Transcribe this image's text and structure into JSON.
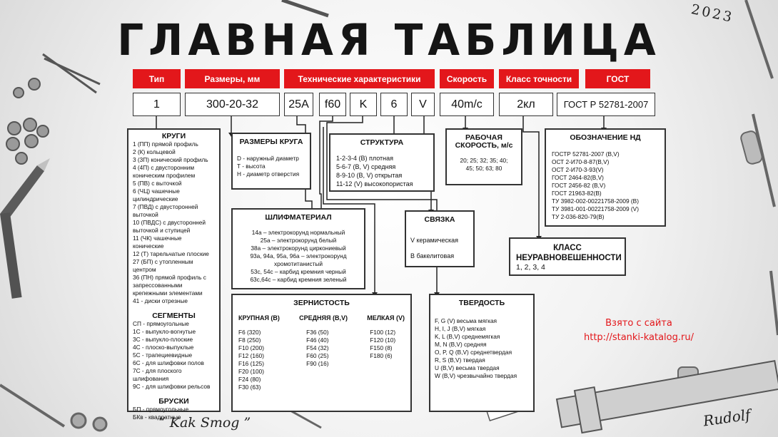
{
  "title": "ГЛАВНАЯ ТАБЛИЦА",
  "year": "2023",
  "headers": [
    "Тип",
    "Размеры, мм",
    "Технические характеристики",
    "Скорость",
    "Класс точности",
    "ГОСТ"
  ],
  "values": {
    "type": "1",
    "size": "300-20-32",
    "tech": [
      "25A",
      "f60",
      "K",
      "6",
      "V"
    ],
    "speed": "40m/c",
    "accuracy": "2кл",
    "gost": "ГОСТ Р 52781-2007"
  },
  "types": {
    "krugi_title": "КРУГИ",
    "krugi": [
      "1  (ПП) прямой профиль",
      "2  (К) кольцевой",
      "3  (3П) конический профиль",
      "4  (4П) с двусторонним",
      "коническим профилем",
      "5 (ПВ) с выточкой",
      "6  (ЧЦ) чашечные",
      "цилиндрические",
      "7 (ПВД) с двусторонней",
      "выточкой",
      "10 (ПВДС)  с двусторонней",
      "выточкой и ступицей",
      "11 (ЧК) чашечные",
      "конические",
      "12 (Т) тарельчатые плоские",
      "27 (БП) с утопленным",
      "центром",
      "36 (ПН) прямой профиль с",
      "запрессованными",
      "крепежными элементами",
      "41 - диски отрезные"
    ],
    "segments_title": "СЕГМЕНТЫ",
    "segments": [
      "СП - прямоугольные",
      "1С - выпукло-вогнутые",
      "3С - выпукло-плоские",
      "4С - плоско-выпуклые",
      "5С - трапециевидные",
      "6С - для шлифовки полов",
      "7С - для плоского",
      "шлифования",
      "9С - для шлифовки рельсов"
    ],
    "bars_title": "БРУСКИ",
    "bars": [
      "БП - прямоугольные",
      "БКв - квадратные"
    ]
  },
  "sizes": {
    "title": "РАЗМЕРЫ КРУГА",
    "lines": [
      "D - наружный диаметр",
      "T - высота",
      "H - диаметр отверстия"
    ]
  },
  "structure": {
    "title": "СТРУКТУРА",
    "lines": [
      "1-2-3-4 (B)  плотная",
      "5-6-7 (B, V)  средняя",
      "8-9-10 (B, V)  открытая",
      "11-12 (V)  высокопористая"
    ]
  },
  "abrasive": {
    "title": "ШЛИФМАТЕРИАЛ",
    "lines": [
      "14а – электрокорунд нормальный",
      "25а – электрокорунд белый",
      "38а – электрокорунд циркониевый",
      "93а, 94а, 95а, 96а – электрокорунд",
      "хромотитанистый",
      "53с, 54с – карбид кремния черный",
      "63с,64с – карбид кремния зеленый"
    ]
  },
  "bond": {
    "title": "СВЯЗКА",
    "lines": [
      "V  керамическая",
      "B  бакелитовая"
    ]
  },
  "speed_box": {
    "title_lines": [
      "РАБОЧАЯ",
      "СКОРОСТЬ, м/с"
    ],
    "lines": [
      "20; 25; 32; 35; 40;",
      "45; 50; 63; 80"
    ]
  },
  "gost_box": {
    "title": "ОБОЗНАЧЕНИЕ НД",
    "lines": [
      "ГОСТР 52781-2007 (B,V)",
      "ОСТ 2-И70-8-87(B,V)",
      "ОСТ 2-И70-3-93(V)",
      "ГОСТ 2464-82(B,V)",
      "ГОСТ 2456-82 (B,V)",
      "ГОСТ 21963-82(B)",
      "ТУ 3982-002-00221758-2009 (B)",
      "ТУ 3981-001-00221758-2009 (V)",
      "ТУ 2-036-820-79(B)"
    ]
  },
  "imbalance": {
    "title_lines": [
      "КЛАСС",
      "НЕУРАВНОВЕШЕННОСТИ"
    ],
    "value": "1, 2, 3, 4"
  },
  "grit": {
    "title": "ЗЕРНИСТОСТЬ",
    "columns": [
      {
        "head": "КРУПНАЯ (B)",
        "items": [
          "F6 (320)",
          "F8 (250)",
          "F10  (200)",
          "F12  (160)",
          "F16  (125)",
          "F20  (100)",
          "F24  (80)",
          "F30  (63)"
        ]
      },
      {
        "head": "СРЕДНЯЯ (B,V)",
        "items": [
          "F36  (50)",
          "F46  (40)",
          "F54  (32)",
          "F60  (25)",
          "F90  (16)"
        ]
      },
      {
        "head": "МЕЛКАЯ  (V)",
        "items": [
          "F100  (12)",
          "F120  (10)",
          "F150  (8)",
          "F180  (6)"
        ]
      }
    ]
  },
  "hardness": {
    "title": "ТВЕРДОСТЬ",
    "lines": [
      "F, G  (V)  весьма мягкая",
      "H, I, J (B,V)  мягкая",
      "K, L (B,V) среднемягкая",
      "M, N (B,V)  средняя",
      "O, P, Q (B,V) среднетвердая",
      "R, S (B,V)  твердая",
      "U (B,V)  весьма твердая",
      "W (B,V)  чрезвычайно твердая"
    ]
  },
  "source": {
    "line1": "Взято с сайта",
    "line2": "http://stanki-katalog.ru/"
  },
  "signatures": {
    "left": "“ Kak Smog ”",
    "right": "Rudolf"
  },
  "colors": {
    "header_red": "#e3171b",
    "source_red": "#e3171b"
  }
}
